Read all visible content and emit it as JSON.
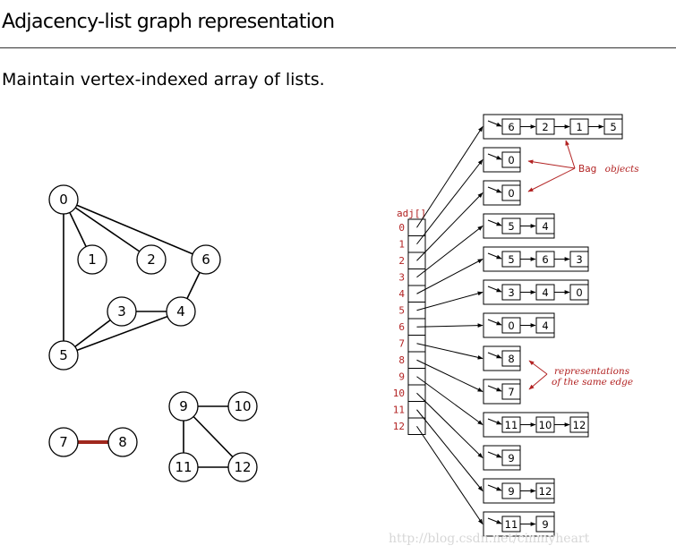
{
  "page": {
    "title": "Adjacency-list graph representation",
    "subtitle": "Maintain vertex-indexed array of lists."
  },
  "graph": {
    "nodes": [
      "0",
      "1",
      "2",
      "3",
      "4",
      "5",
      "6",
      "7",
      "8",
      "9",
      "10",
      "11",
      "12"
    ],
    "edges": [
      [
        "0",
        "1"
      ],
      [
        "0",
        "2"
      ],
      [
        "0",
        "6"
      ],
      [
        "0",
        "5"
      ],
      [
        "6",
        "4"
      ],
      [
        "3",
        "4"
      ],
      [
        "3",
        "5"
      ],
      [
        "4",
        "5"
      ],
      [
        "7",
        "8"
      ],
      [
        "9",
        "10"
      ],
      [
        "9",
        "11"
      ],
      [
        "11",
        "12"
      ],
      [
        "9",
        "12"
      ]
    ],
    "highlighted_edge": [
      "7",
      "8"
    ],
    "highlight_color": "#a0281e"
  },
  "adj": {
    "label": "adj[]",
    "indices": [
      "0",
      "1",
      "2",
      "3",
      "4",
      "5",
      "6",
      "7",
      "8",
      "9",
      "10",
      "11",
      "12"
    ],
    "lists": [
      [
        "6",
        "2",
        "1",
        "5"
      ],
      [
        "0"
      ],
      [
        "0"
      ],
      [
        "5",
        "4"
      ],
      [
        "5",
        "6",
        "3"
      ],
      [
        "3",
        "4",
        "0"
      ],
      [
        "0",
        "4"
      ],
      [
        "8"
      ],
      [
        "7"
      ],
      [
        "11",
        "10",
        "12"
      ],
      [
        "9"
      ],
      [
        "9",
        "12"
      ],
      [
        "11",
        "9"
      ]
    ]
  },
  "annotations": {
    "bag_word": "Bag",
    "objects_word": "objects",
    "rep_line1": "representations",
    "rep_line2": "of the same edge"
  },
  "watermark": "http://blog.csdn.net/cinmyheart",
  "colors": {
    "accent_red": "#b22222",
    "ink": "#000000",
    "watermark": "#d7d7d7"
  }
}
